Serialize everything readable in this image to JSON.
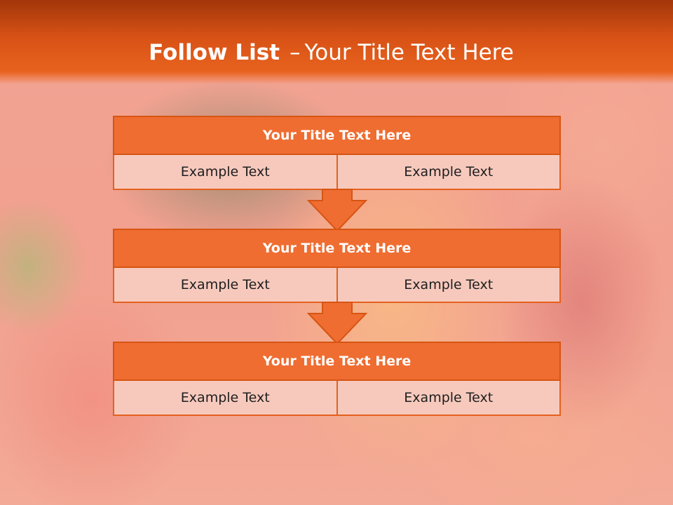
{
  "title": {
    "main": "Follow List",
    "separator": "–",
    "subtitle": "Your Title Text Here"
  },
  "steps": [
    {
      "title": "Your Title Text Here",
      "left": "Example Text",
      "right": "Example Text"
    },
    {
      "title": "Your Title Text Here",
      "left": "Example Text",
      "right": "Example Text"
    },
    {
      "title": "Your Title Text Here",
      "left": "Example Text",
      "right": "Example Text"
    }
  ],
  "colors": {
    "header": "#d85216",
    "box_title_fill": "#ef6d31",
    "box_cell_fill": "#f7c9bd",
    "arrow_fill": "#ef6d31",
    "border": "#d65513"
  }
}
